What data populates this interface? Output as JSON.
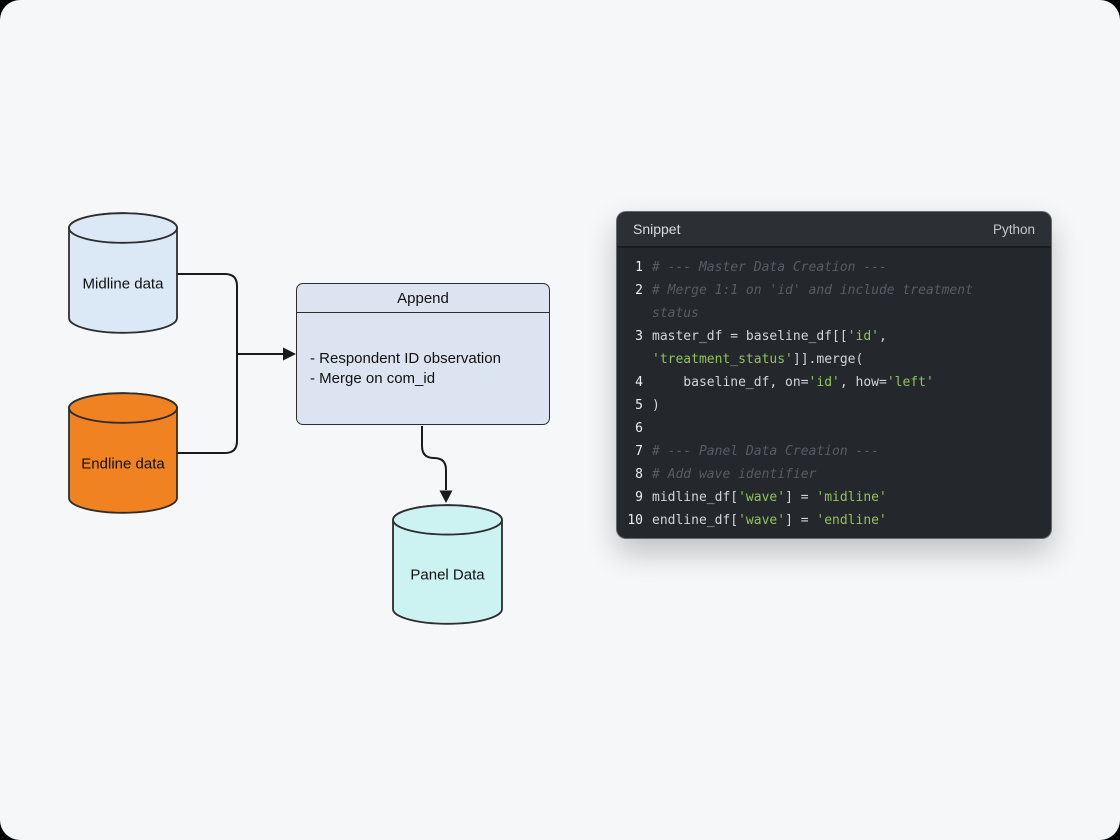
{
  "colors": {
    "canvas_bg": "#f6f7f9",
    "stroke": "#2d2d2d",
    "arrow": "#1a1a1a",
    "diagram_text": "#111111",
    "midline_fill": "#dbe8f6",
    "endline_fill": "#f08221",
    "panel_fill": "#ccf2f2",
    "append_fill": "#dce3f1",
    "snippet_header_bg": "#2c3034",
    "snippet_body_bg": "#24272b",
    "snippet_divider": "#191b1e",
    "header_text": "#d9dbdd",
    "lang_text": "#c4c7ca",
    "line_number": "#edeff1",
    "code_plain": "#d2d5d8",
    "code_comment": "#575d64",
    "code_string": "#8fc45c"
  },
  "diagram": {
    "midline_cylinder": {
      "label": "Midline data"
    },
    "endline_cylinder": {
      "label": "Endline data"
    },
    "panel_cylinder": {
      "label": "Panel Data"
    },
    "append_box": {
      "title": "Append",
      "line1": "- Respondent ID observation",
      "line2": "- Merge on com_id"
    }
  },
  "snippet": {
    "title": "Snippet",
    "language": "Python",
    "lines": [
      {
        "num": "1",
        "tokens": [
          {
            "c": "comment",
            "t": "# --- Master Data Creation ---"
          }
        ]
      },
      {
        "num": "2",
        "tokens": [
          {
            "c": "comment",
            "t": "# Merge 1:1 on 'id' and include treatment"
          }
        ]
      },
      {
        "num": "",
        "tokens": [
          {
            "c": "comment",
            "t": "status"
          }
        ]
      },
      {
        "num": "3",
        "tokens": [
          {
            "c": "plain",
            "t": "master_df = baseline_df[["
          },
          {
            "c": "string",
            "t": "'id'"
          },
          {
            "c": "plain",
            "t": ","
          }
        ]
      },
      {
        "num": "",
        "tokens": [
          {
            "c": "string",
            "t": "'treatment_status'"
          },
          {
            "c": "plain",
            "t": "]].merge("
          }
        ]
      },
      {
        "num": "4",
        "tokens": [
          {
            "c": "plain",
            "t": "    baseline_df, on="
          },
          {
            "c": "string",
            "t": "'id'"
          },
          {
            "c": "plain",
            "t": ", how="
          },
          {
            "c": "string",
            "t": "'left'"
          }
        ]
      },
      {
        "num": "5",
        "tokens": [
          {
            "c": "plain",
            "t": ")"
          }
        ]
      },
      {
        "num": "6",
        "tokens": []
      },
      {
        "num": "7",
        "tokens": [
          {
            "c": "comment",
            "t": "# --- Panel Data Creation ---"
          }
        ]
      },
      {
        "num": "8",
        "tokens": [
          {
            "c": "comment",
            "t": "# Add wave identifier"
          }
        ]
      },
      {
        "num": "9",
        "tokens": [
          {
            "c": "plain",
            "t": "midline_df["
          },
          {
            "c": "string",
            "t": "'wave'"
          },
          {
            "c": "plain",
            "t": "] = "
          },
          {
            "c": "string",
            "t": "'midline'"
          }
        ]
      },
      {
        "num": "10",
        "tokens": [
          {
            "c": "plain",
            "t": "endline_df["
          },
          {
            "c": "string",
            "t": "'wave'"
          },
          {
            "c": "plain",
            "t": "] = "
          },
          {
            "c": "string",
            "t": "'endline'"
          }
        ]
      }
    ]
  }
}
